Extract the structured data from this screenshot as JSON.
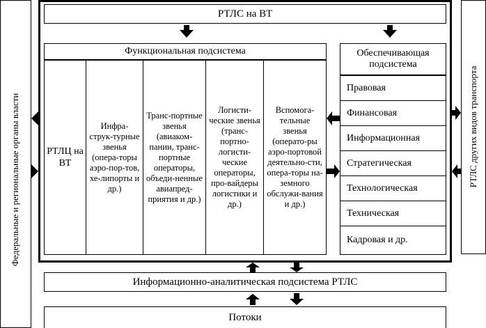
{
  "title": "РТЛС на ВТ",
  "left_side": "Федеральные и региональные органы власти",
  "right_side": "РТЛС других видов транспорта",
  "functional": {
    "header": "Функциональная подсистема",
    "columns": [
      "РТЛЦ на ВТ",
      "Инфра-струк-турные звенья (опера-торы аэро-пор-тов, хе-липорты и др.)",
      "Транс-портные звенья (авиаком-пании, транс-портные операторы, объеди-ненные авиапред-приятия и др.)",
      "Логисти-ческие звенья (транс-портно-логисти-ческие операторы, про-вайдеры логистики и др.)",
      "Вспомога-тельные звенья (операто-ры аэро-портовой деятельно-сти, опера-торы на-земного обслужи-вания и др.)"
    ]
  },
  "supporting": {
    "header": "Обеспечивающая подсистема",
    "items": [
      "Правовая",
      "Финансовая",
      "Информационная",
      "Стратегическая",
      "Технологическая",
      "Техническая",
      "Кадровая и др."
    ]
  },
  "info_analytic": "Информационно-аналитическая подсистема РТЛС",
  "flows": "Потоки"
}
